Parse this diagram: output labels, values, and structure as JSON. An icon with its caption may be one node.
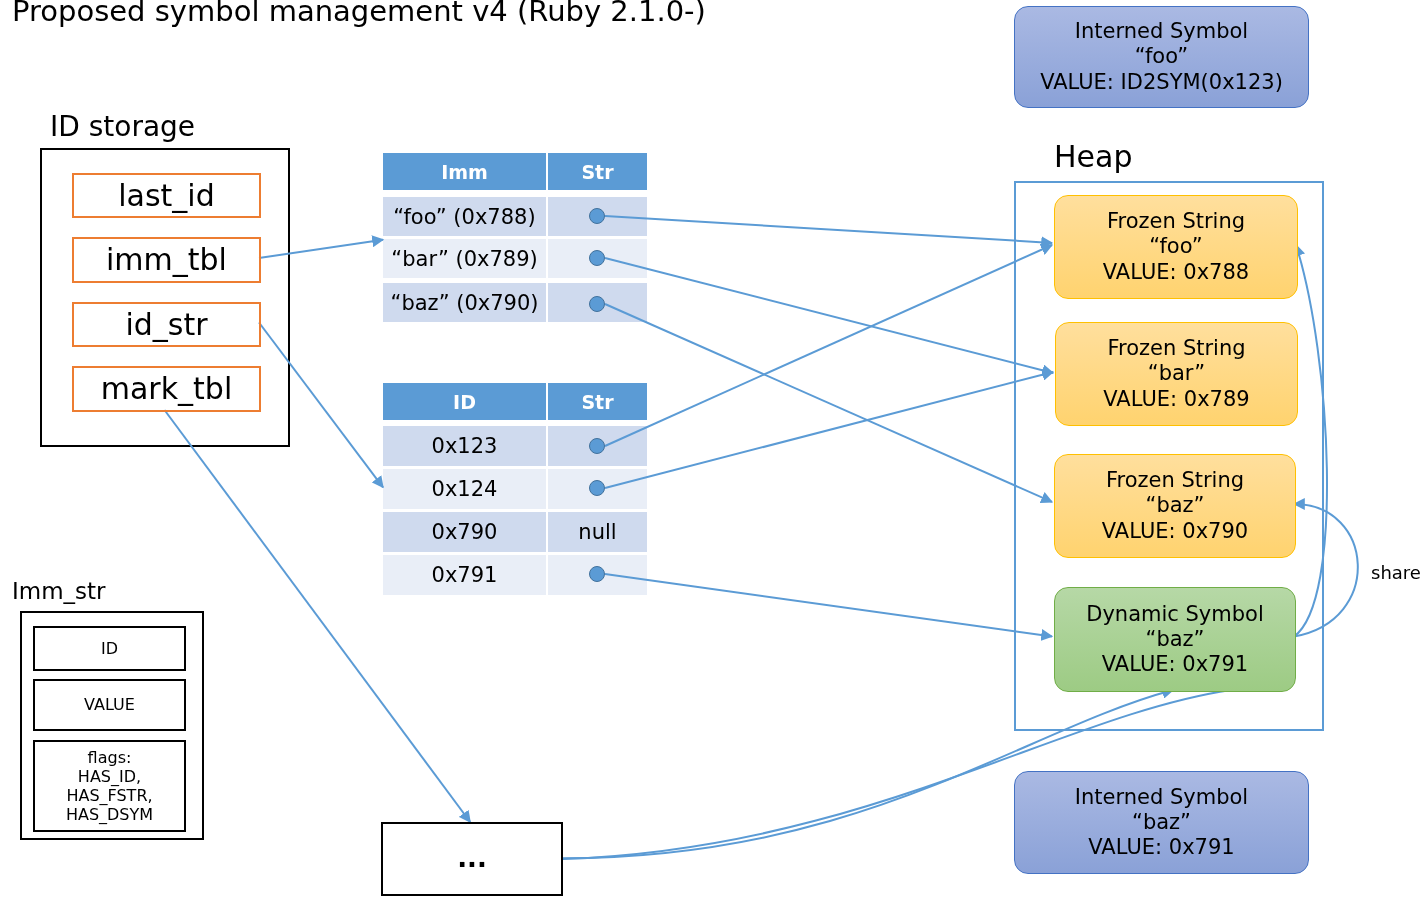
{
  "diagram": {
    "title": "Proposed symbol management v4 (Ruby 2.1.0-)",
    "nodes": [
      {
        "text": [
          "ID storage"
        ]
      },
      {
        "text": [
          "last_id"
        ],
        "in": 0
      },
      {
        "text": [
          "imm_tbl"
        ],
        "in": 0
      },
      {
        "text": [
          "id_str"
        ],
        "in": 0
      },
      {
        "text": [
          "mark_tbl"
        ],
        "in": 0
      },
      {
        "text": [
          "Imm",
          "Str",
          "“foo” (0x788)",
          "“bar” (0x789)",
          "“baz” (0x790)"
        ]
      },
      {
        "text": [],
        "shape": "circle",
        "in": 5
      },
      {
        "text": [],
        "shape": "circle",
        "in": 5
      },
      {
        "text": [],
        "shape": "circle",
        "in": 5
      },
      {
        "text": [
          "ID",
          "Str",
          "0x123",
          "0x124",
          "0x790",
          "null",
          "0x791"
        ]
      },
      {
        "text": [],
        "shape": "circle",
        "in": 9
      },
      {
        "text": [],
        "shape": "circle",
        "in": 9
      },
      {
        "text": [],
        "shape": "circle",
        "in": 9
      },
      {
        "text": [
          "Interned Symbol",
          "“foo”",
          "VALUE: ID2SYM(0x123)"
        ]
      },
      {
        "text": [
          "Heap"
        ]
      },
      {
        "text": [
          "Frozen String",
          "“foo”",
          "VALUE: 0x788"
        ],
        "in": 14
      },
      {
        "text": [
          "Frozen String",
          "“bar”",
          "VALUE: 0x789"
        ],
        "in": 14
      },
      {
        "text": [
          "Frozen String",
          "“baz”",
          "VALUE: 0x790"
        ],
        "in": 14
      },
      {
        "text": [
          "Dynamic Symbol",
          "“baz”",
          "VALUE: 0x791"
        ],
        "in": 14
      },
      {
        "text": [
          "Imm_str"
        ]
      },
      {
        "text": [
          "ID"
        ],
        "in": 19
      },
      {
        "text": [
          "VALUE"
        ],
        "in": 19
      },
      {
        "text": [
          "flags: HAS_ID, HAS_FSTR, HAS_DSYM"
        ],
        "in": 19
      },
      {
        "text": [
          "..."
        ]
      },
      {
        "text": [
          "Interned Symbol",
          "“baz”",
          "VALUE: 0x791"
        ]
      }
    ],
    "edges": [
      {
        "from": 2,
        "to": 5,
        "arrow": "to"
      },
      {
        "from": 3,
        "to": 9,
        "arrow": "to"
      },
      {
        "from": 4,
        "to": 23,
        "arrow": "to"
      },
      {
        "from": 6,
        "to": 15,
        "arrow": "to"
      },
      {
        "from": 7,
        "to": 16,
        "arrow": "to"
      },
      {
        "from": 8,
        "to": 17,
        "arrow": "to"
      },
      {
        "from": 10,
        "to": 15,
        "arrow": "to"
      },
      {
        "from": 11,
        "to": 16,
        "arrow": "to"
      },
      {
        "from": 12,
        "to": 18,
        "arrow": "to"
      },
      {
        "from": 18,
        "to": 17,
        "arrow": "to",
        "label": "share"
      },
      {
        "from": 18,
        "to": 15,
        "arrow": "to"
      },
      {
        "from": 23,
        "to": 18,
        "arrow": "to"
      },
      {
        "from": 18,
        "to": 23,
        "arrow": "none"
      }
    ]
  }
}
